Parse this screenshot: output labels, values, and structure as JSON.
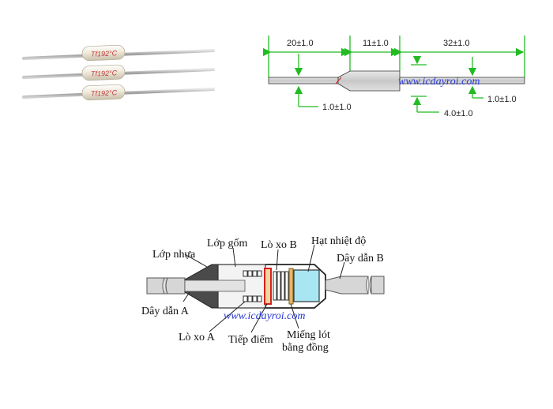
{
  "photo": {
    "fuse_marking": "Tf192°C",
    "fuse_count": 3
  },
  "dimensions": {
    "lead_a_length": "20±1.0",
    "body_length": "11±1.0",
    "lead_b_length": "32±1.0",
    "lead_a_dia": "1.0±1.0",
    "body_dia": "4.0±1.0",
    "lead_b_dia": "1.0±1.0",
    "watermark": "www.icdayroi.com"
  },
  "cutaway": {
    "labels": {
      "plastic_layer": "Lớp nhựa",
      "ceramic_layer": "Lớp gốm",
      "spring_b": "Lò xo B",
      "thermal_pellet": "Hạt nhiệt độ",
      "lead_b": "Dây dẫn B",
      "lead_a": "Dây dẫn A",
      "spring_a": "Lò xo A",
      "contact": "Tiếp điểm",
      "copper_washer_line1": "Miếng lót",
      "copper_washer_line2": "bằng đồng"
    },
    "watermark": "www.icdayroi.com"
  },
  "colors": {
    "dimension_green": "#22bb22",
    "watermark_blue": "#2a3bd6",
    "pellet_cyan": "#a8e6f4",
    "contact_red": "#d42020",
    "fuse_body": "#ece6d6"
  }
}
